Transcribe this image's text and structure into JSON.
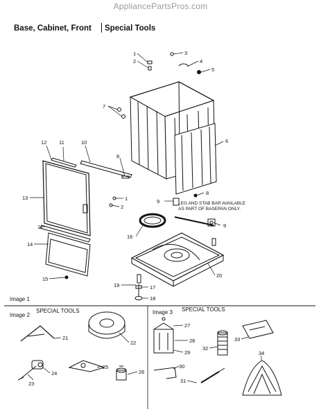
{
  "watermark": "AppliancePartsPros.com",
  "header": {
    "left": "Base, Cabinet, Front",
    "right": "Special Tools"
  },
  "image_labels": {
    "image1": "Image 1",
    "image2": "Image 2",
    "image3": "Image 3"
  },
  "section_titles": {
    "tools_left": "SPECIAL TOOLS",
    "tools_right": "SPECIAL TOOLS"
  },
  "note": [
    "LEG AND STAB BAR AVAILABLE",
    "AS PART OF BASEPAN ONLY."
  ],
  "callouts": {
    "c1a": "1",
    "c2a": "2",
    "c3": "3",
    "c4": "4",
    "c5": "5",
    "c6": "6",
    "c7": "7",
    "c8a": "8",
    "c8b": "8",
    "c9a": "9",
    "c9b": "9",
    "c10": "10",
    "c11a": "11",
    "c11b": "11",
    "c12": "12",
    "c13": "13",
    "c14": "14",
    "c15": "15",
    "c16": "16",
    "c1b": "1",
    "c2b": "2",
    "c17": "17",
    "c18": "18",
    "c19": "19",
    "c20": "20",
    "c21": "21",
    "c22": "22",
    "c23": "23",
    "c24": "24",
    "c25": "25",
    "c26": "26",
    "c27": "27",
    "c28": "28",
    "c29": "29",
    "c30": "30",
    "c31": "31",
    "c32": "32",
    "c33": "33",
    "c34": "34"
  }
}
